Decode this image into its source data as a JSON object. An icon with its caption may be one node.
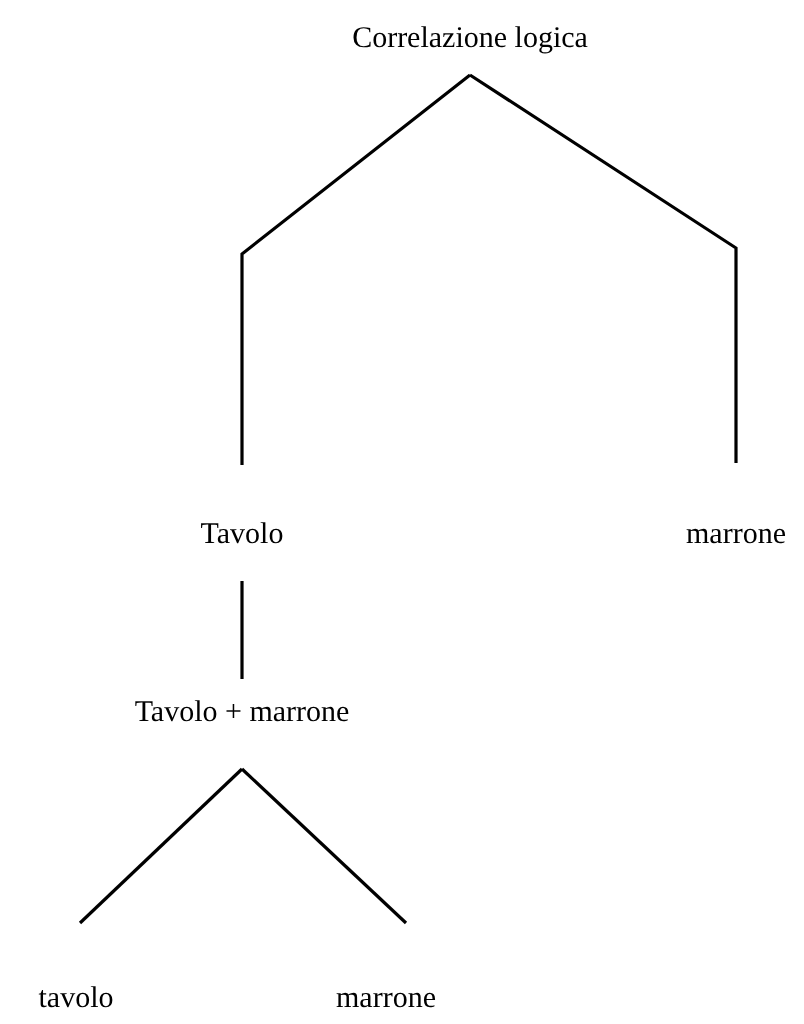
{
  "diagram": {
    "nodes": [
      {
        "text": [
          "Correlazione logica"
        ]
      },
      {
        "text": [
          "Tavolo"
        ]
      },
      {
        "text": [
          "marrone"
        ]
      },
      {
        "text": [
          "Tavolo + marrone"
        ]
      },
      {
        "text": [
          "tavolo"
        ]
      },
      {
        "text": [
          "marrone"
        ]
      }
    ],
    "edges": [
      {
        "from": 0,
        "to": 1,
        "arrow": "none"
      },
      {
        "from": 0,
        "to": 2,
        "arrow": "none"
      },
      {
        "from": 1,
        "to": 3,
        "arrow": "none"
      },
      {
        "from": 3,
        "to": 4,
        "arrow": "none"
      },
      {
        "from": 3,
        "to": 5,
        "arrow": "none"
      }
    ]
  }
}
